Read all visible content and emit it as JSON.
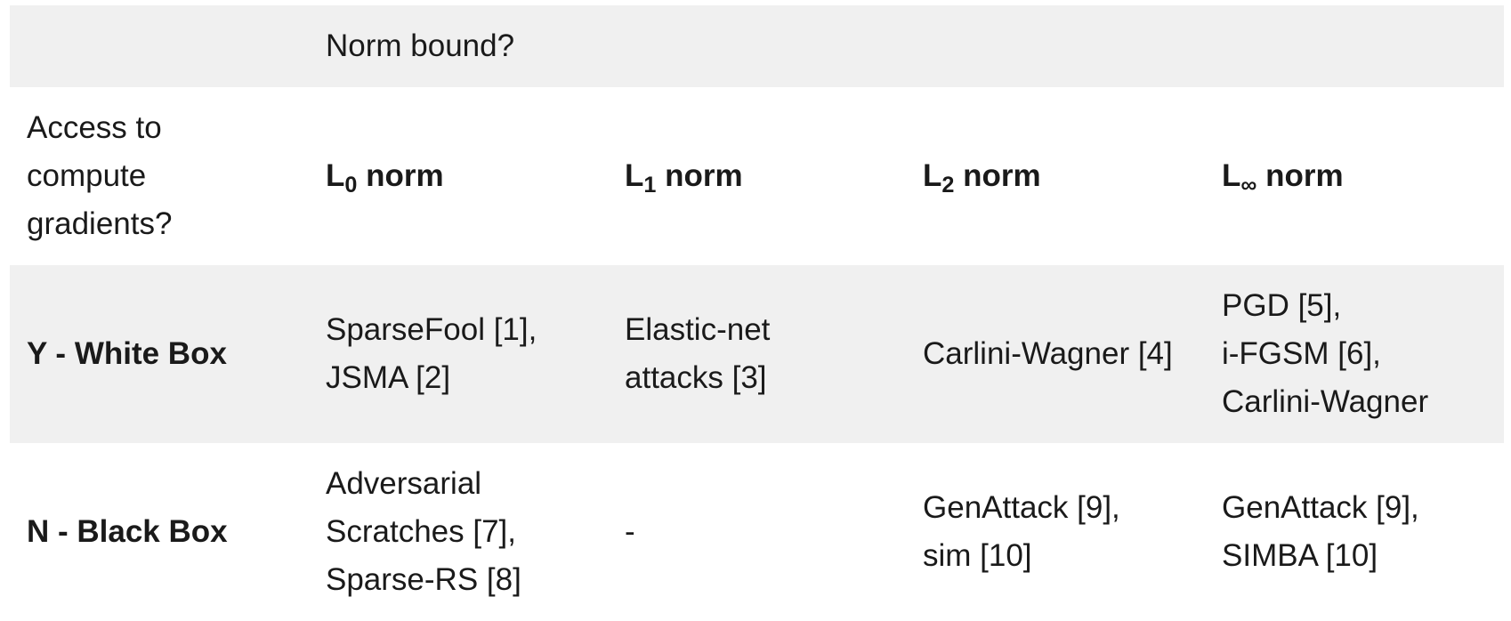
{
  "table": {
    "corner_header": "",
    "norm_bound_header": "Norm bound?",
    "access_header_lines": [
      "Access to",
      "compute",
      "gradients?"
    ],
    "norm_columns": [
      {
        "base": "L",
        "sub": "0",
        "suffix": " norm"
      },
      {
        "base": "L",
        "sub": "1",
        "suffix": " norm"
      },
      {
        "base": "L",
        "sub": "2",
        "suffix": " norm"
      },
      {
        "base": "L",
        "sub": "∞",
        "suffix": " norm"
      }
    ],
    "rows": [
      {
        "label": "Y - White Box",
        "cells": [
          [
            "SparseFool [1],",
            "JSMA [2]"
          ],
          [
            "Elastic-net",
            "attacks [3]"
          ],
          [
            "Carlini-Wagner [4]"
          ],
          [
            "PGD [5],",
            "i-FGSM [6],",
            "Carlini-Wagner"
          ]
        ]
      },
      {
        "label": "N - Black Box",
        "cells": [
          [
            "Adversarial",
            "Scratches [7],",
            "Sparse-RS [8]"
          ],
          [
            "-"
          ],
          [
            "GenAttack [9],",
            "sim [10]"
          ],
          [
            "GenAttack [9],",
            "SIMBA [10]"
          ]
        ]
      }
    ]
  }
}
